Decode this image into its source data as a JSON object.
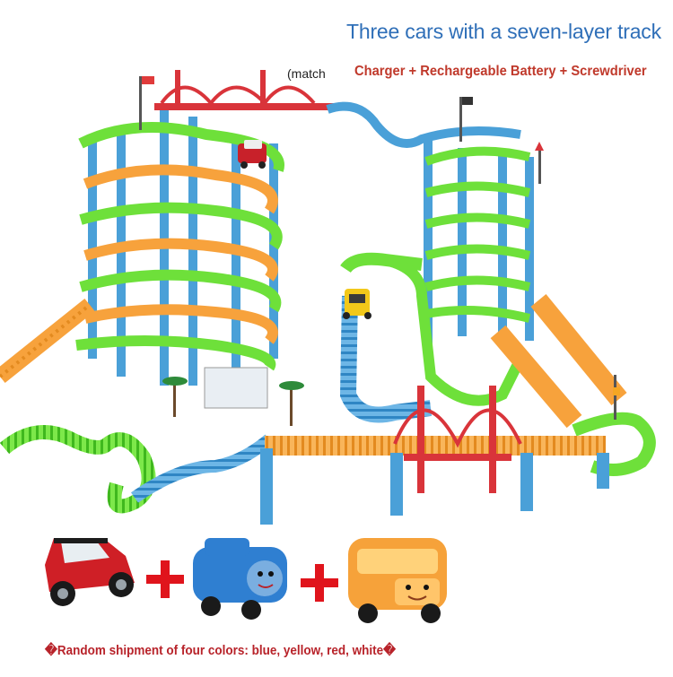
{
  "headline": "Three cars with a seven-layer track",
  "accessories": "Charger + Rechargeable Battery + Screwdriver",
  "match_note": "(match",
  "footer_note": "�Random shipment of four colors: blue, yellow, red, white�",
  "colors": {
    "headline": "#2f6fb8",
    "accessories": "#c0392b",
    "track_green": "#6ee03a",
    "track_orange": "#f7a23c",
    "pillar_blue": "#4aa0d8",
    "bridge_red": "#d9343a",
    "plus_red": "#e0141c"
  },
  "cars": [
    {
      "name": "red-suv"
    },
    {
      "name": "blue-train"
    },
    {
      "name": "yellow-bus"
    }
  ]
}
